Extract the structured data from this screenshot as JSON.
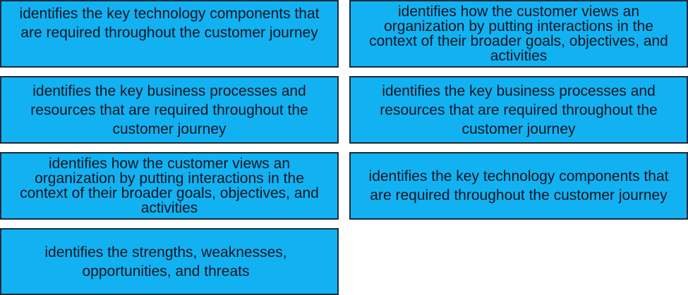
{
  "left_items": [
    {
      "text": "identifies the key technology components that are required throughout the customer journey"
    },
    {
      "text": "identifies the key business processes and resources that are required throughout the customer journey"
    },
    {
      "text": "identifies how the customer views an organization by putting interactions in the context of their broader goals, objectives, and activities"
    },
    {
      "text": "identifies the strengths, weaknesses, opportunities, and threats"
    }
  ],
  "right_items": [
    {
      "text": "identifies how the customer views an organization by putting interactions in the context of their broader goals, objectives, and activities"
    },
    {
      "text": "identifies the key business processes and resources that are required throughout the customer journey"
    },
    {
      "text": "identifies the key technology components that are required throughout the customer journey"
    }
  ]
}
